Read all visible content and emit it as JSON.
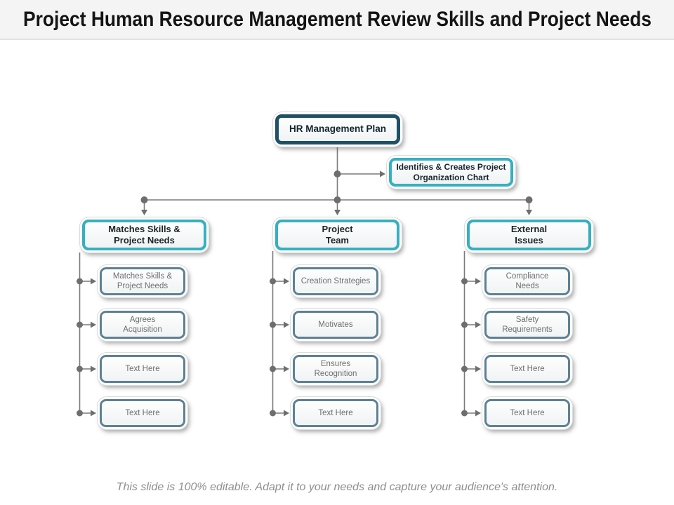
{
  "slide": {
    "title": "Project Human Resource Management Review Skills and Project Needs",
    "footer": "This slide is 100% editable. Adapt it to your needs and capture your audience's attention."
  },
  "colors": {
    "teal_accent": "#36b0c0",
    "dark_teal_accent": "#1f5066",
    "slate_border": "#5d8194",
    "connector_gray": "#7a7a7a",
    "title_band_bg": "#f5f4f4"
  },
  "org": {
    "root": "HR Management Plan",
    "side_note": "Identifies & Creates Project\nOrganization Chart",
    "columns": [
      {
        "header": "Matches Skills &\nProject Needs",
        "children": [
          "Matches Skills &\nProject Needs",
          "Agrees\nAcquisition",
          "Text Here",
          "Text Here"
        ]
      },
      {
        "header": "Project\nTeam",
        "children": [
          "Creation Strategies",
          "Motivates",
          "Ensures\nRecognition",
          "Text Here"
        ]
      },
      {
        "header": "External\nIssues",
        "children": [
          "Compliance\nNeeds",
          "Safety\nRequirements",
          "Text Here",
          "Text Here"
        ]
      }
    ]
  }
}
